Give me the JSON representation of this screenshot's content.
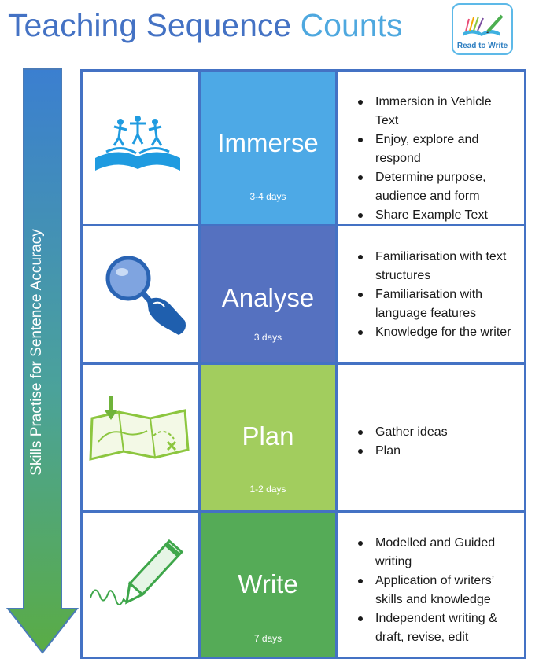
{
  "title": {
    "part1": "Teaching Sequence",
    "part2": "Counts"
  },
  "logo": {
    "text": "Read to Write"
  },
  "side_arrow": {
    "label": "Skills Practise for Sentence Accuracy"
  },
  "colors": {
    "border": "#4472c4",
    "immerse": "#4da9e6",
    "analyse": "#5571c0",
    "plan": "#a2cd5e",
    "write": "#55ab57",
    "arrow_top": "#3b7fd0",
    "arrow_bottom": "#5aac45"
  },
  "stages": [
    {
      "name": "Immerse",
      "days": "3-4 days",
      "icon": "open-book-icon",
      "bullets": [
        "Immersion in Vehicle Text",
        "Enjoy, explore and respond",
        "Determine purpose, audience and form",
        "Share Example Text"
      ]
    },
    {
      "name": "Analyse",
      "days": "3 days",
      "icon": "magnifying-glass-icon",
      "bullets": [
        "Familiarisation with text structures",
        "Familiarisation with language features",
        "Knowledge for the writer"
      ]
    },
    {
      "name": "Plan",
      "days": "1-2 days",
      "icon": "map-icon",
      "bullets": [
        "Gather ideas",
        "Plan"
      ]
    },
    {
      "name": "Write",
      "days": "7 days",
      "icon": "pencil-icon",
      "bullets": [
        "Modelled and Guided writing",
        "Application of writers’ skills and knowledge",
        "Independent writing & draft, revise, edit"
      ]
    }
  ]
}
